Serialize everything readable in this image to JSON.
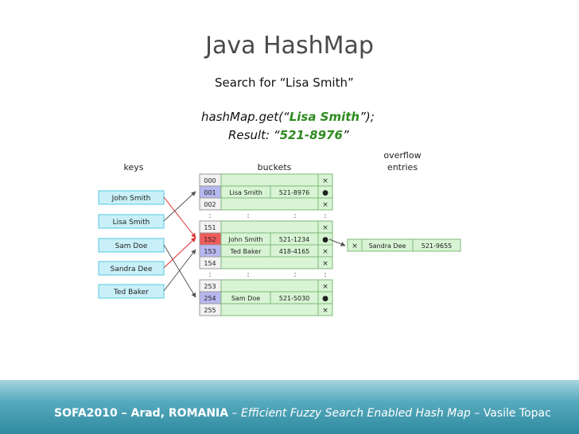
{
  "slide": {
    "title": "Java HashMap",
    "subtitle": "Search for “Lisa Smith”",
    "code_prefix": "hashMap.get(“",
    "code_key": "Lisa Smith",
    "code_suffix": "”);",
    "result_prefix": "Result: “",
    "result_value": "521-8976",
    "result_suffix": "”"
  },
  "diagram": {
    "keys_header": "keys",
    "buckets_header": "buckets",
    "overflow_header_line1": "overflow",
    "overflow_header_line2": "entries",
    "keys": [
      "John Smith",
      "Lisa Smith",
      "Sam Doe",
      "Sandra Dee",
      "Ted Baker"
    ],
    "buckets": [
      {
        "index": "000",
        "name": "",
        "phone": "",
        "marker": "×"
      },
      {
        "index": "001",
        "name": "Lisa Smith",
        "phone": "521-8976",
        "marker": "●"
      },
      {
        "index": "002",
        "name": "",
        "phone": "",
        "marker": "×"
      },
      {
        "index": ":",
        "name": ":",
        "phone": ":",
        "marker": ":"
      },
      {
        "index": "151",
        "name": "",
        "phone": "",
        "marker": "×"
      },
      {
        "index": "152",
        "name": "John Smith",
        "phone": "521-1234",
        "marker": "●"
      },
      {
        "index": "153",
        "name": "Ted Baker",
        "phone": "418-4165",
        "marker": "×"
      },
      {
        "index": "154",
        "name": "",
        "phone": "",
        "marker": "×"
      },
      {
        "index": ":",
        "name": ":",
        "phone": ":",
        "marker": ":"
      },
      {
        "index": "253",
        "name": "",
        "phone": "",
        "marker": "×"
      },
      {
        "index": "254",
        "name": "Sam Doe",
        "phone": "521-5030",
        "marker": "●"
      },
      {
        "index": "255",
        "name": "",
        "phone": "",
        "marker": "×"
      }
    ],
    "overflow": {
      "marker": "×",
      "name": "Sandra Dee",
      "phone": "521-9655"
    },
    "colors": {
      "key_fill": "#c9f0f8",
      "key_border": "#56c8e0",
      "bucket_fill": "#d8f4d4",
      "bucket_border": "#7fb77a",
      "index_fill": "#f2f2f2",
      "index_blue": "#b7b8f0",
      "index_red": "#ef5a5a",
      "arrow_red": "#e03030",
      "arrow_gray": "#555555"
    }
  },
  "footer": {
    "conference": "SOFA2010 – Arad, ROMANIA",
    "sep1": " – ",
    "paper": "Efficient Fuzzy Search Enabled Hash Map",
    "sep2": " – ",
    "author": "Vasile Topac"
  }
}
